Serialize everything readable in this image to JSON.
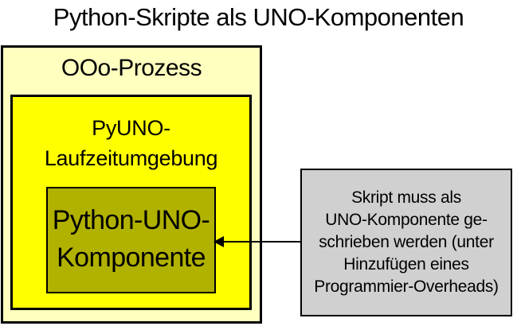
{
  "title": "Python-Skripte als UNO-Komponenten",
  "diagram": {
    "outer_box": {
      "label": "OOo-Prozess"
    },
    "runtime_box": {
      "label_line1": "PyUNO-",
      "label_line2": "Laufzeitumgebung"
    },
    "component_box": {
      "label_line1": "Python-UNO-",
      "label_line2": "Komponente"
    },
    "note_box": {
      "lines": [
        "Skript muss als",
        "UNO-Komponente ge-",
        "schrieben werden (unter",
        "Hinzufügen eines",
        "Programmier-Overheads)"
      ]
    },
    "arrow": {
      "direction": "left",
      "from": "note_box",
      "to": "component_box"
    }
  },
  "colors": {
    "outer_box_bg": "#ffffc0",
    "runtime_box_bg": "#ffff00",
    "component_box_bg": "#b1b100",
    "note_box_bg": "#d0d0d0",
    "border": "#000000",
    "text": "#000000",
    "page_bg": "#ffffff"
  }
}
